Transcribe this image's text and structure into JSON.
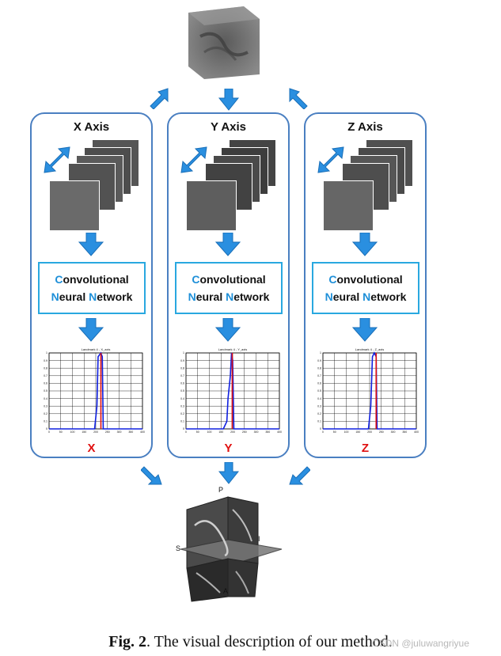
{
  "panels": [
    {
      "axis_title": "X Axis",
      "cnn_first": "C",
      "cnn_rest1": "onvolutional",
      "cnn_second_a": "N",
      "cnn_rest2": "eural ",
      "cnn_second_b": "N",
      "cnn_rest3": "etwork",
      "output": "X",
      "plot_title": "Landmark 4 - X_axis"
    },
    {
      "axis_title": "Y Axis",
      "cnn_first": "C",
      "cnn_rest1": "onvolutional",
      "cnn_second_a": "N",
      "cnn_rest2": "eural ",
      "cnn_second_b": "N",
      "cnn_rest3": "etwork",
      "output": "Y",
      "plot_title": "Landmark 4 - Y_axis"
    },
    {
      "axis_title": "Z Axis",
      "cnn_first": "C",
      "cnn_rest1": "onvolutional",
      "cnn_second_a": "N",
      "cnn_rest2": "eural ",
      "cnn_second_b": "N",
      "cnn_rest3": "etwork",
      "output": "Z",
      "plot_title": "Landmark 4 - Z_axis"
    }
  ],
  "orientation_labels": {
    "p": "P",
    "s": "S",
    "i": "I",
    "a": "A"
  },
  "caption": {
    "fig": "Fig. 2",
    "text": ". The visual description of our method."
  },
  "watermark": "CSDN @juluwangriyue",
  "colors": {
    "panel_border": "#4a7fc1",
    "arrow": "#2a8fe0",
    "cnn_border": "#29a8e0",
    "prob_curve": "#1020e0",
    "gt_line": "#e01010"
  },
  "chart_data": [
    {
      "type": "line",
      "title": "Landmark 4 - X_axis",
      "xlim": [
        0,
        400
      ],
      "ylim": [
        0,
        1
      ],
      "xticks": [
        "0",
        "50",
        "100",
        "150",
        "200",
        "250",
        "300",
        "350",
        "400"
      ],
      "yticks": [
        "0",
        "0.1",
        "0.2",
        "0.3",
        "0.4",
        "0.5",
        "0.6",
        "0.7",
        "0.8",
        "0.9",
        "1"
      ],
      "series": [
        {
          "x": [
            0,
            195,
            205,
            210,
            222,
            228,
            232,
            400
          ],
          "y": [
            0,
            0,
            0.3,
            0.95,
            1,
            0.95,
            0,
            0
          ]
        }
      ],
      "ground_truth_x": 222
    },
    {
      "type": "line",
      "title": "Landmark 4 - Y_axis",
      "xlim": [
        0,
        400
      ],
      "ylim": [
        0,
        1
      ],
      "xticks": [
        "0",
        "50",
        "100",
        "150",
        "200",
        "250",
        "300",
        "350",
        "400"
      ],
      "yticks": [
        "0",
        "0.1",
        "0.2",
        "0.3",
        "0.4",
        "0.5",
        "0.6",
        "0.7",
        "0.8",
        "0.9",
        "1"
      ],
      "series": [
        {
          "x": [
            0,
            160,
            175,
            180,
            190,
            195,
            200,
            205,
            400
          ],
          "y": [
            0,
            0,
            0.1,
            0.4,
            0.7,
            1,
            0.9,
            0,
            0
          ]
        }
      ],
      "ground_truth_x": 198
    },
    {
      "type": "line",
      "title": "Landmark 4 - Z_axis",
      "xlim": [
        0,
        400
      ],
      "ylim": [
        0,
        1
      ],
      "xticks": [
        "0",
        "50",
        "100",
        "150",
        "200",
        "250",
        "300",
        "350",
        "400"
      ],
      "yticks": [
        "0",
        "0.1",
        "0.2",
        "0.3",
        "0.4",
        "0.5",
        "0.6",
        "0.7",
        "0.8",
        "0.9",
        "1"
      ],
      "series": [
        {
          "x": [
            0,
            195,
            205,
            212,
            220,
            228,
            232,
            400
          ],
          "y": [
            0,
            0,
            0.3,
            0.95,
            1,
            0.95,
            0,
            0
          ]
        }
      ],
      "ground_truth_x": 228
    }
  ]
}
